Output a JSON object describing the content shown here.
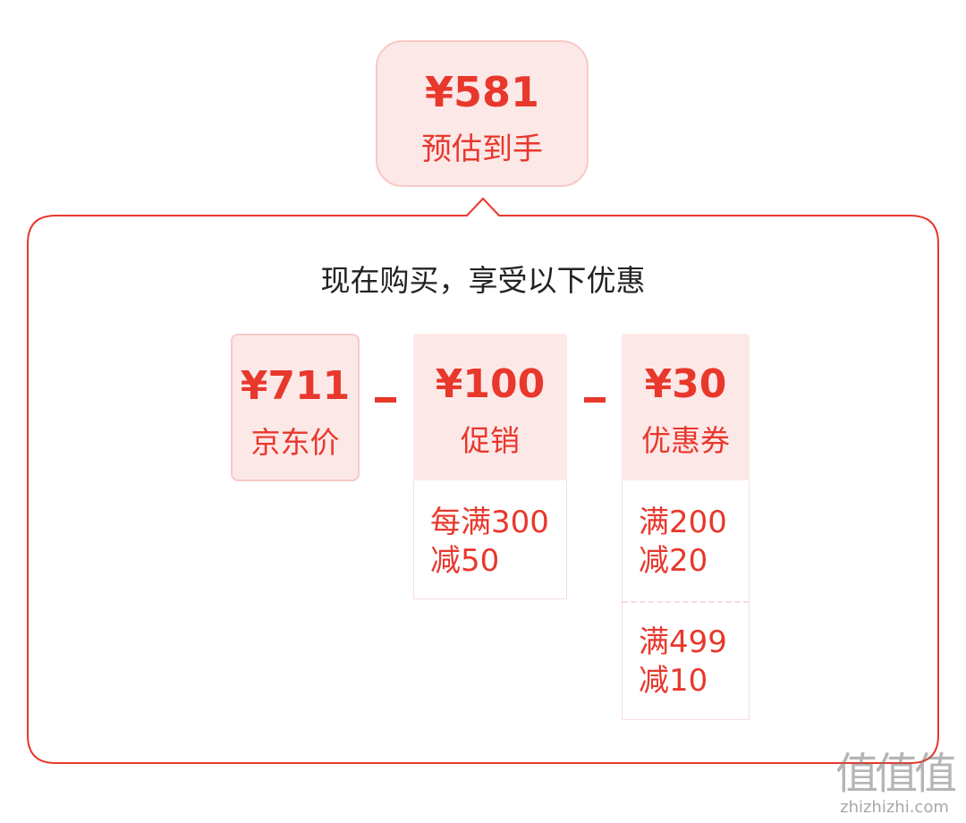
{
  "estimate": {
    "price": "¥581",
    "label": "预估到手"
  },
  "panel": {
    "title": "现在购买，享受以下优惠"
  },
  "breakdown": {
    "jd_price": {
      "amount": "¥711",
      "name": "京东价"
    },
    "promotion": {
      "amount": "¥100",
      "name": "促销",
      "details": [
        "每满300\n减50"
      ]
    },
    "coupon": {
      "amount": "¥30",
      "name": "优惠券",
      "details": [
        "满200\n减20",
        "满499\n减10"
      ]
    }
  },
  "watermark": {
    "glyphs": "值值值",
    "site": "zhizhizhi.com"
  },
  "colors": {
    "accent": "#e8382c",
    "card_bg": "#fde8e8",
    "card_border": "#f7c9c6",
    "panel_border": "#e8382c"
  }
}
